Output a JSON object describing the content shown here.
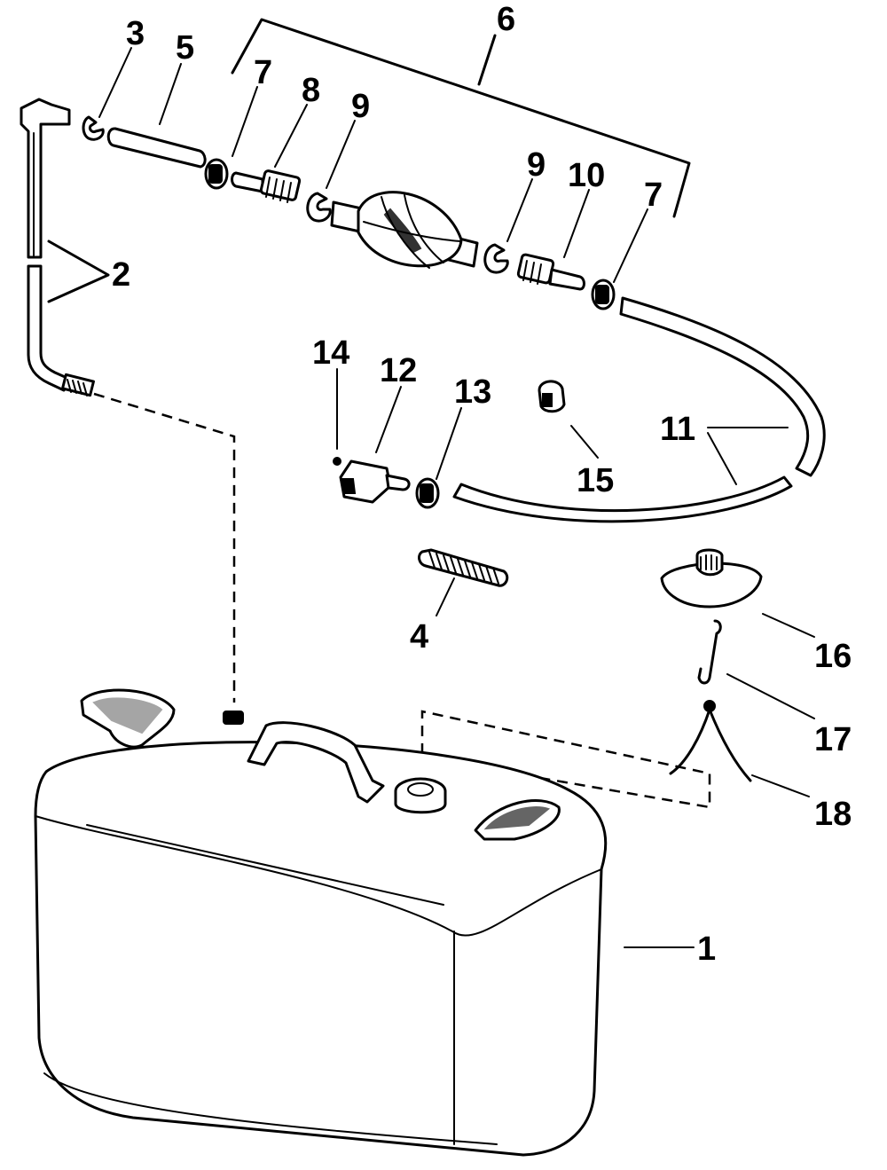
{
  "diagram": {
    "callouts": [
      {
        "id": "callout-1",
        "text": "1"
      },
      {
        "id": "callout-2",
        "text": "2"
      },
      {
        "id": "callout-3",
        "text": "3"
      },
      {
        "id": "callout-4",
        "text": "4"
      },
      {
        "id": "callout-5",
        "text": "5"
      },
      {
        "id": "callout-6",
        "text": "6"
      },
      {
        "id": "callout-7a",
        "text": "7"
      },
      {
        "id": "callout-7b",
        "text": "7"
      },
      {
        "id": "callout-8",
        "text": "8"
      },
      {
        "id": "callout-9a",
        "text": "9"
      },
      {
        "id": "callout-9b",
        "text": "9"
      },
      {
        "id": "callout-10",
        "text": "10"
      },
      {
        "id": "callout-11",
        "text": "11"
      },
      {
        "id": "callout-12",
        "text": "12"
      },
      {
        "id": "callout-13",
        "text": "13"
      },
      {
        "id": "callout-14",
        "text": "14"
      },
      {
        "id": "callout-15",
        "text": "15"
      },
      {
        "id": "callout-16",
        "text": "16"
      },
      {
        "id": "callout-17",
        "text": "17"
      },
      {
        "id": "callout-18",
        "text": "18"
      }
    ]
  }
}
